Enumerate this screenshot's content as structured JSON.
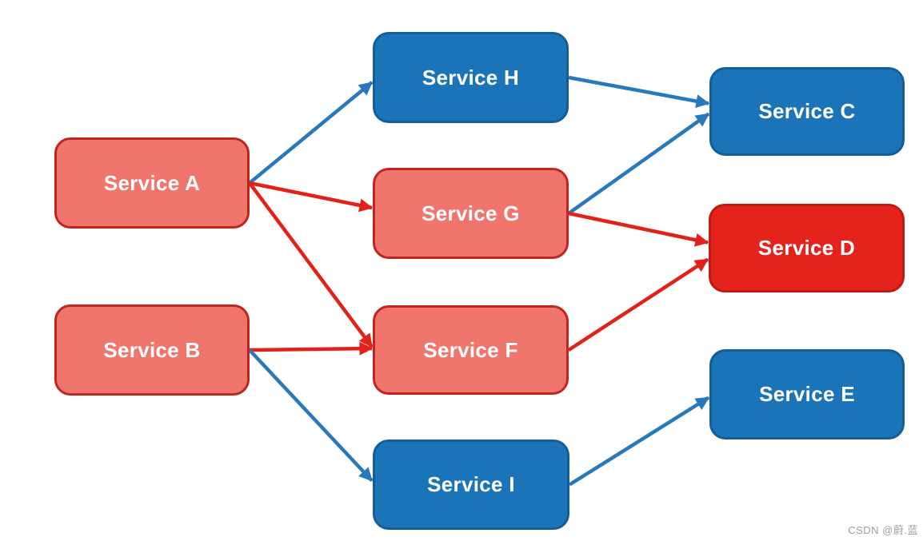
{
  "diagram": {
    "description": "Service dependency diagram",
    "nodes": [
      {
        "id": "service-a",
        "label": "Service A",
        "variant": "salmon"
      },
      {
        "id": "service-b",
        "label": "Service B",
        "variant": "salmon"
      },
      {
        "id": "service-h",
        "label": "Service H",
        "variant": "blue"
      },
      {
        "id": "service-g",
        "label": "Service G",
        "variant": "salmon"
      },
      {
        "id": "service-f",
        "label": "Service F",
        "variant": "salmon"
      },
      {
        "id": "service-i",
        "label": "Service I",
        "variant": "blue"
      },
      {
        "id": "service-c",
        "label": "Service C",
        "variant": "blue"
      },
      {
        "id": "service-d",
        "label": "Service D",
        "variant": "red"
      },
      {
        "id": "service-e",
        "label": "Service E",
        "variant": "blue"
      }
    ],
    "edges": [
      {
        "from": "service-a",
        "to": "service-h",
        "color": "blue"
      },
      {
        "from": "service-a",
        "to": "service-g",
        "color": "red"
      },
      {
        "from": "service-a",
        "to": "service-f",
        "color": "red"
      },
      {
        "from": "service-b",
        "to": "service-f",
        "color": "red"
      },
      {
        "from": "service-b",
        "to": "service-i",
        "color": "blue"
      },
      {
        "from": "service-h",
        "to": "service-c",
        "color": "blue"
      },
      {
        "from": "service-g",
        "to": "service-c",
        "color": "blue"
      },
      {
        "from": "service-g",
        "to": "service-d",
        "color": "red"
      },
      {
        "from": "service-f",
        "to": "service-d",
        "color": "red"
      },
      {
        "from": "service-i",
        "to": "service-e",
        "color": "blue"
      }
    ]
  },
  "palette": {
    "background": "#FFFFFF",
    "salmon_fill": "#F0756C",
    "salmon_border": "#C02620",
    "blue_fill": "#1B74B8",
    "blue_border": "#145E97",
    "red_fill": "#E3231C",
    "red_border": "#BE1B15",
    "blue_arrow": "#2779BC",
    "red_arrow": "#E32119",
    "label_text": "#FFFFFF",
    "watermark_text": "#9E9E9E"
  },
  "watermark": {
    "text": "CSDN @蔚.蓝"
  }
}
